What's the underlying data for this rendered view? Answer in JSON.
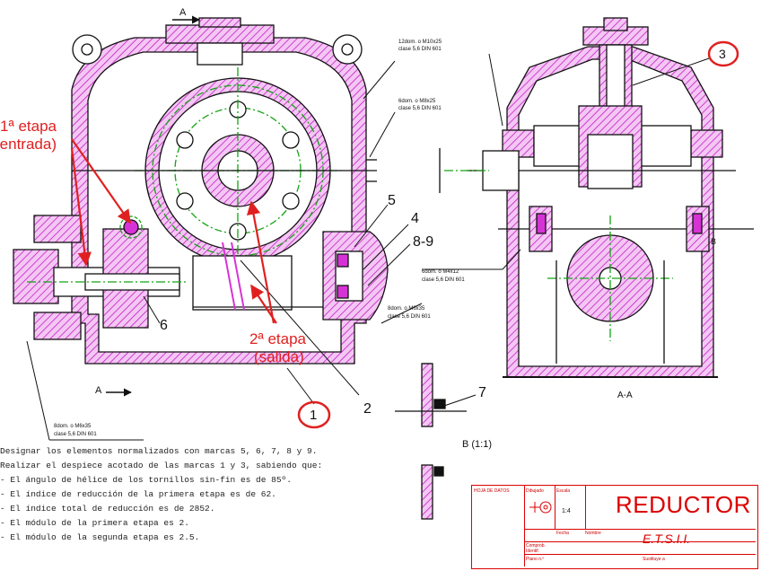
{
  "colors": {
    "hatch": "#d633d6",
    "annotation_red": "#e02020",
    "line": "#111111",
    "frame_red": "#dd0000"
  },
  "section_marks": {
    "top": "A",
    "bottom": "A",
    "section_title": "A-A"
  },
  "detail_title": "B (1:1)",
  "stage_labels": {
    "first_line1": "1ª etapa",
    "first_line2": "(entrada)",
    "second_line1": "2ª etapa",
    "second_line2": "(salida)"
  },
  "part_marks": {
    "p1": "1",
    "p2": "2",
    "p3": "3",
    "p4": "4",
    "p5": "5",
    "p6": "6",
    "p7": "7",
    "p89": "8-9",
    "pB": "B"
  },
  "bolt_notes": {
    "n1_line1": "12dom. o M10x25",
    "n1_line2": "clase 5,6 DIN 601",
    "n2_line1": "6dom. o M8x25",
    "n2_line2": "clase 5,6 DIN 601",
    "n3_line1": "6dom. o M4x12",
    "n3_line2": "clase 5,6 DIN 601",
    "n4_line1": "8dom. o M6x35",
    "n4_line2": "clase 5,6 DIN 601",
    "n5_line1": "8dom. o M6x35",
    "n5_line2": "clase 5,6 DIN 601"
  },
  "instructions": [
    "Designar los elementos normalizados con marcas 5, 6, 7, 8 y 9.",
    "Realizar el despiece acotado de las marcas 1 y 3, sabiendo que:",
    "- El ángulo de hélice de los tornillos sin-fin es de 85º.",
    "- El índice de reducción de la primera etapa es de 62.",
    "- El índice total de reducción es de 2852.",
    "- El módulo de la primera etapa es 2.",
    "- El módulo de la segunda etapa es 2.5."
  ],
  "title_block": {
    "title": "REDUCTOR",
    "school": "E.T.S.I.I.",
    "scale_value": "1:4",
    "cells": {
      "c_a": "HOJA DE DATOS",
      "c_dib": "Dibujado",
      "c_esc": "Escala",
      "c_fecha": "Fecha",
      "c_nombre": "Nombre",
      "c_comp": "Comprob.",
      "c_ident": "Identif.",
      "c_plano": "Plano n.º",
      "c_sust": "Sustituye a"
    }
  }
}
